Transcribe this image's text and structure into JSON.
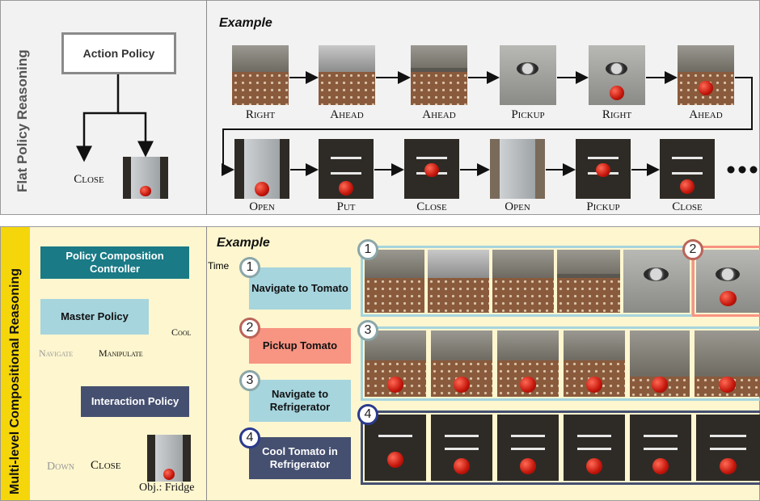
{
  "top": {
    "side_label": "Flat Policy Reasoning",
    "example_title": "Example",
    "action_policy": "Action Policy",
    "close_label": "Close",
    "row1_captions": [
      "Right",
      "Ahead",
      "Ahead",
      "Pickup",
      "Right",
      "Ahead"
    ],
    "row2_captions": [
      "Open",
      "Put",
      "Close",
      "Open",
      "Pickup",
      "Close"
    ]
  },
  "bottom": {
    "side_label": "Multi-level Compositional Reasoning",
    "example_title": "Example",
    "controller": "Policy Composition Controller",
    "master_policy": "Master Policy",
    "interaction_policy": "Interaction Policy",
    "navigate_label": "Navigate",
    "manipulate_label": "Manipulate",
    "cool_label": "Cool",
    "down_label": "Down",
    "close_label": "Close",
    "obj_label": "Obj.: Fridge",
    "time_label": "Time",
    "subgoals": [
      {
        "num": "1",
        "text": "Navigate to Tomato"
      },
      {
        "num": "2",
        "text": "Pickup Tomato"
      },
      {
        "num": "3",
        "text": "Navigate to Refrigerator"
      },
      {
        "num": "4",
        "text": "Cool Tomato in Refrigerator"
      }
    ],
    "strip_badges": [
      "1",
      "2",
      "3",
      "4"
    ]
  },
  "colors": {
    "teal": "#1a7a86",
    "light_blue": "#a6d5de",
    "salmon": "#f89482",
    "navy": "#454f70",
    "badge_gray": "#8aa6a8",
    "badge_red": "#b9645a",
    "badge_blue": "#2a3a8c",
    "yellow_bg": "#fdf6cf"
  }
}
